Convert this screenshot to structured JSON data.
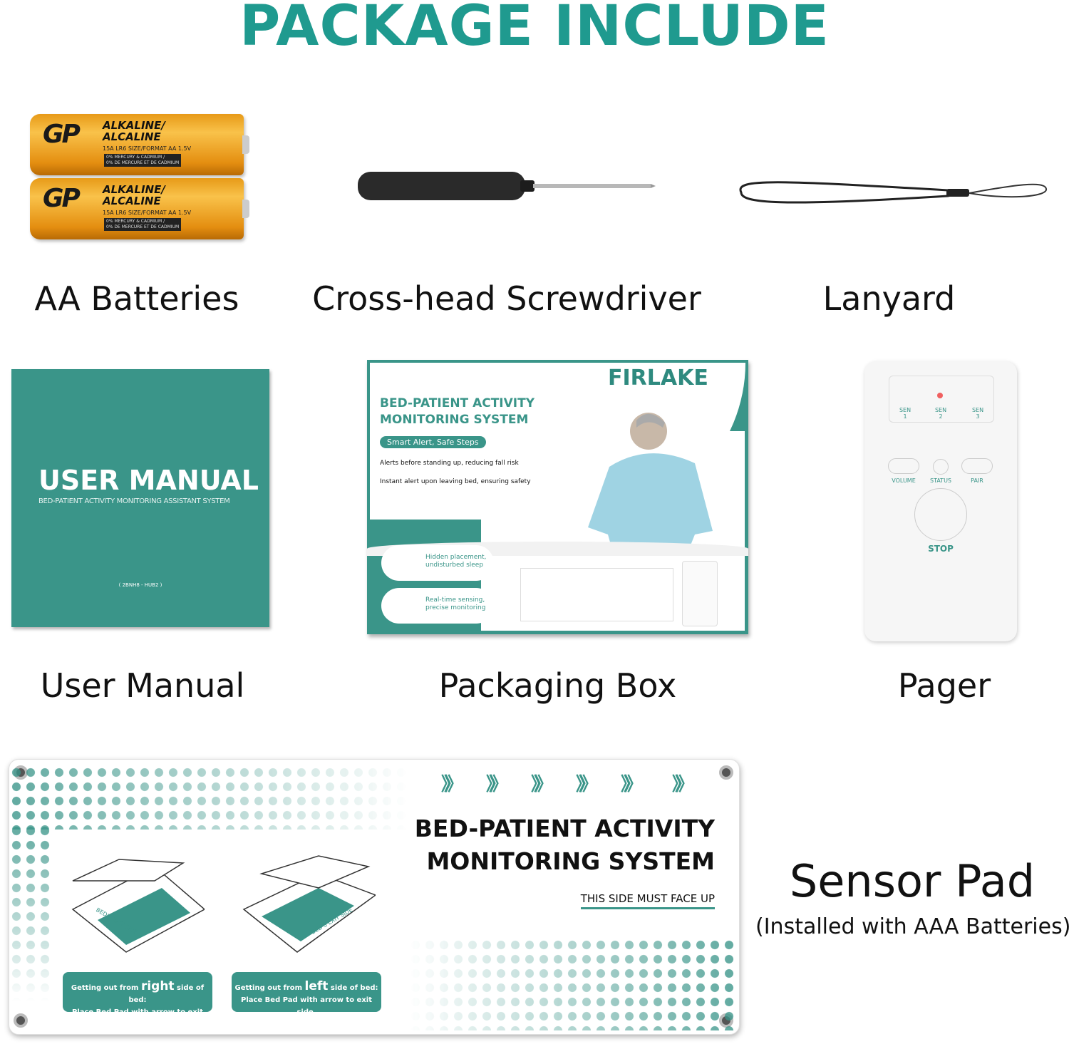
{
  "title": "PACKAGE INCLUDE",
  "items": {
    "batteries": {
      "label": "AA Batteries",
      "brand": "GP",
      "line1": "ALKALINE/",
      "line2": "ALCALINE",
      "spec": "15A  LR6  SIZE/FORMAT AA  1.5V",
      "mercury1": "0% MERCURY & CADMIUM /",
      "mercury2": "0% DE MERCURE ET DE CADMIUM"
    },
    "screwdriver": {
      "label": "Cross-head Screwdriver"
    },
    "lanyard": {
      "label": "Lanyard"
    },
    "manual": {
      "label": "User Manual",
      "heading": "USER MANUAL",
      "subtitle": "BED-PATIENT ACTIVITY MONITORING ASSISTANT SYSTEM",
      "code": "( 2BNH8 - HUB2 )"
    },
    "box": {
      "label": "Packaging Box",
      "brand": "FIRLAKE",
      "title1": "BED-PATIENT ACTIVITY",
      "title2": "MONITORING SYSTEM",
      "tagline": "Smart Alert, Safe Steps",
      "bullet1": "Alerts before standing up, reducing fall risk",
      "bullet2": "Instant alert upon leaving bed, ensuring safety",
      "feature1a": "Hidden placement,",
      "feature1b": "undisturbed sleep",
      "feature2a": "Real-time sensing,",
      "feature2b": "precise monitoring"
    },
    "pager": {
      "label": "Pager",
      "sen1": "SEN",
      "sen1n": "1",
      "sen2": "SEN",
      "sen2n": "2",
      "sen3": "SEN",
      "sen3n": "3",
      "volume": "VOLUME",
      "status": "STATUS",
      "pair": "PAIR",
      "stop": "STOP"
    },
    "pad": {
      "label": "Sensor Pad",
      "sublabel": "(Installed with AAA Batteries)",
      "chevron": "》》",
      "title1": "BED-PATIENT ACTIVITY",
      "title2": "MONITORING SYSTEM",
      "faceup": "THIS SIDE MUST FACE UP",
      "exit": "BED'S EXIT SIDE",
      "right_pre": "Getting out from ",
      "right_word": "right",
      "right_post": " side of bed:",
      "left_pre": "Getting out from ",
      "left_word": "left",
      "left_post": " side of bed:",
      "instruction": "Place Bed Pad with arrow to exit side."
    }
  },
  "colors": {
    "teal": "#3a9589",
    "title": "#1f9a8f",
    "battery": "#f2a724"
  }
}
